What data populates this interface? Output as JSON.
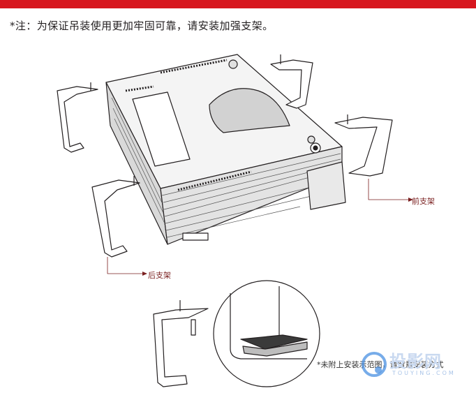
{
  "header": {
    "accent_color": "#d7161e"
  },
  "note": {
    "text": "*注：为保证吊装使用更加牢固可靠，请安装加强支架。"
  },
  "labels": {
    "front_bracket": "前支架",
    "rear_bracket": "后支架"
  },
  "detail": {
    "caption": "*未附上安装示范图，请留意安装方式"
  },
  "watermark": {
    "brand": "投影网",
    "sub": "TOUYING.COM"
  }
}
